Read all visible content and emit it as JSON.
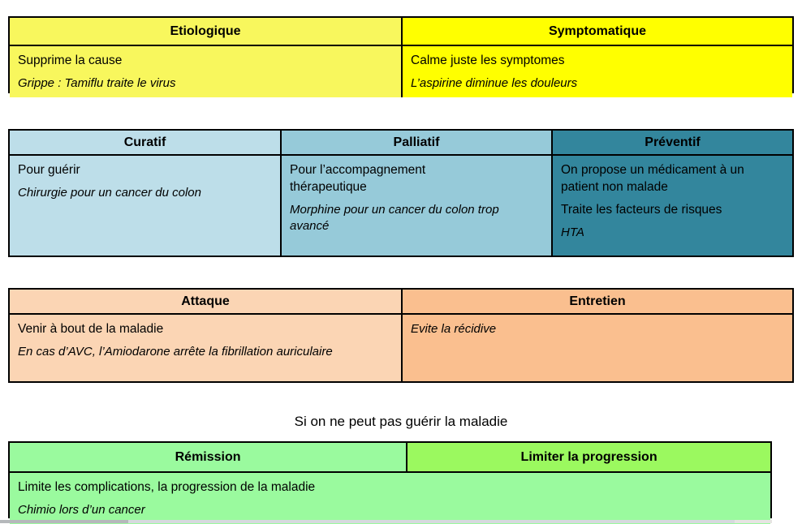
{
  "colors": {
    "yellow_light": "#f8f75d",
    "yellow_bright": "#ffff00",
    "blue_light": "#bddee9",
    "blue_medium": "#96cad9",
    "teal_dark": "#33869d",
    "peach_light": "#fbd5b4",
    "peach_medium": "#fabf8f",
    "green_pale": "#9afa9e",
    "green_bright": "#9bf95f"
  },
  "table_etiologique": {
    "col1": {
      "header": "Etiologique",
      "line1": "Supprime la cause",
      "example": "Grippe : Tamiflu traite le virus"
    },
    "col2": {
      "header": "Symptomatique",
      "line1": "Calme juste les symptomes",
      "example": "L’aspirine diminue les douleurs"
    }
  },
  "table_curatif": {
    "col1": {
      "header": "Curatif",
      "line1": "Pour guérir",
      "example": "Chirurgie pour un cancer du colon"
    },
    "col2": {
      "header": "Palliatif",
      "line1": "Pour l’accompagnement thérapeutique",
      "example": "Morphine pour un cancer du colon trop avancé"
    },
    "col3": {
      "header": "Préventif",
      "line1": "On propose un médicament à un patient non malade",
      "line2": "Traite les facteurs de risques",
      "example": "HTA"
    }
  },
  "table_attaque": {
    "col1": {
      "header": "Attaque",
      "line1": "Venir à bout de la maladie",
      "example": "En cas d’AVC, l’Amiodarone arrête la fibrillation auriculaire"
    },
    "col2": {
      "header": "Entretien",
      "example": "Evite la récidive"
    }
  },
  "caption": "Si on ne peut pas guérir la maladie",
  "table_remission": {
    "col1_header": "Rémission",
    "col2_header": "Limiter la progression",
    "body_line1": "Limite les complications, la progression de la maladie",
    "body_example": "Chimio lors d’un cancer"
  }
}
